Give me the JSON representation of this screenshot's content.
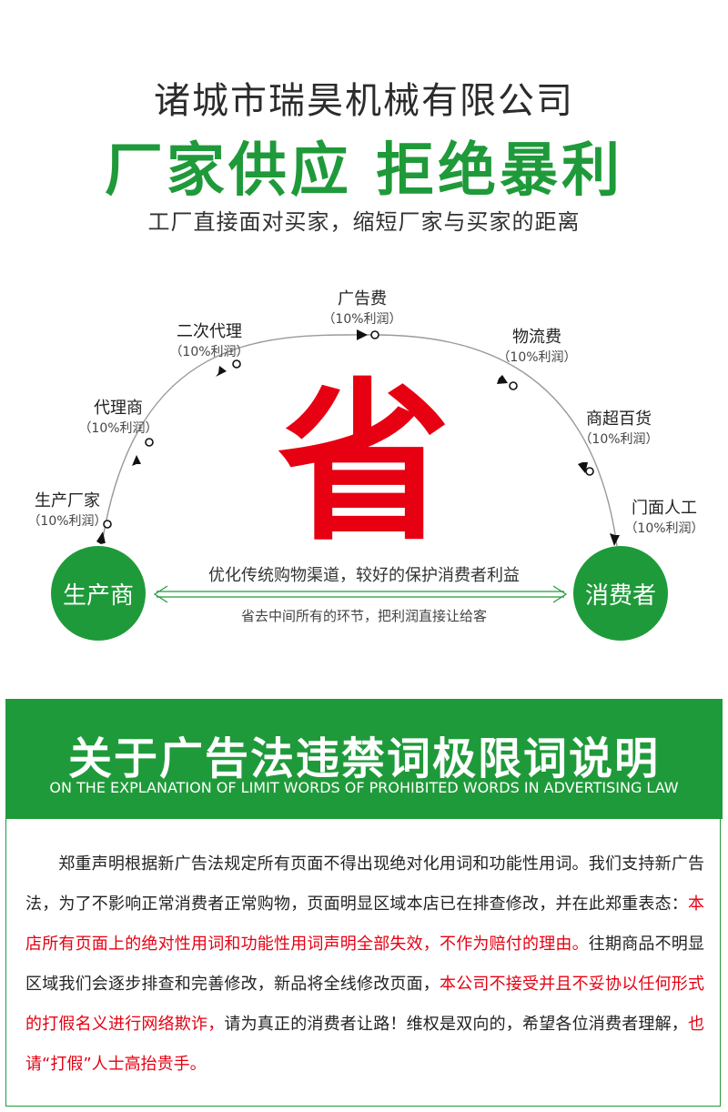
{
  "header": {
    "company": "诸城市瑞昊机械有限公司",
    "slogan": "厂家供应 拒绝暴利",
    "subslogan": "工厂直接面对买家，缩短厂家与买家的距离"
  },
  "diagram": {
    "nodes": [
      {
        "name": "生产厂家",
        "pct": "（10%利润）"
      },
      {
        "name": "代理商",
        "pct": "（10%利润）"
      },
      {
        "name": "二次代理",
        "pct": "（10%利润）"
      },
      {
        "name": "广告费",
        "pct": "（10%利润）"
      },
      {
        "name": "物流费",
        "pct": "（10%利润）"
      },
      {
        "name": "商超百货",
        "pct": "（10%利润）"
      },
      {
        "name": "门面人工",
        "pct": "（10%利润）"
      }
    ],
    "center_char": "省",
    "producer": "生产商",
    "consumer": "消费者",
    "flow_top": "优化传统购物渠道，较好的保护消费者利益",
    "flow_bottom": "省去中间所有的环节，把利润直接让给客",
    "colors": {
      "green": "#1f9a3a",
      "red": "#e60012"
    }
  },
  "notice": {
    "title": "关于广告法违禁词极限词说明",
    "subtitle": "ON THE EXPLANATION OF LIMIT WORDS OF PROHIBITED WORDS IN ADVERTISING LAW",
    "p1": "郑重声明根据新广告法规定所有页面不得出现绝对化用词和功能性用词。我们支持新广告法，为了不影响正常消费者正常购物，页面明显区域本店已在排查修改，并在此郑重表态：",
    "red1": "本店所有页面上的绝对性用词和功能性用词声明全部失效，不作为赔付的理由。",
    "p2": "往期商品不明显区域我们会逐步排查和完善修改，新品将全线修改页面，",
    "red2": "本公司不接受并且不妥协以任何形式的打假名义进行网络欺诈，",
    "p3": "请为真正的消费者让路！维权是双向的，希望各位消费者理解，",
    "red3": "也请“打假”人士高抬贵手。"
  }
}
